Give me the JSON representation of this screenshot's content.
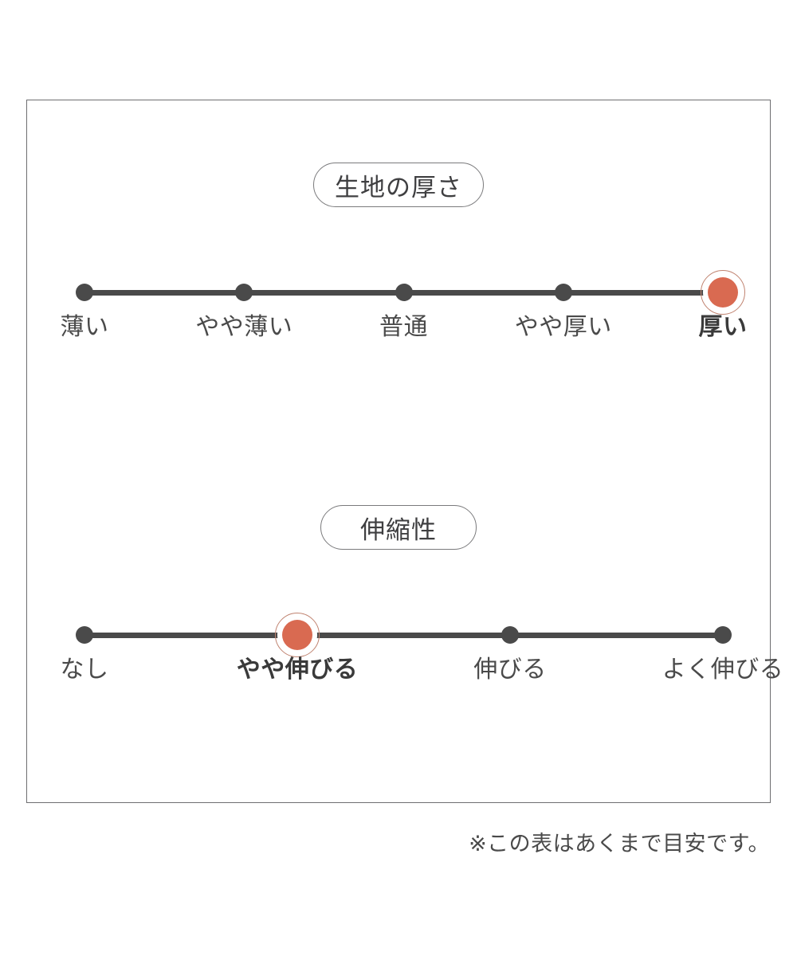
{
  "card": {
    "footnote": "※この表はあくまで目安です。"
  },
  "colors": {
    "accent": "#d96a51",
    "accent_ring": "#c08370",
    "dot": "#4a4a4a",
    "track": "#4a4a4a",
    "border": "#6e6e70",
    "text": "#4a4a4a",
    "background": "#ffffff"
  },
  "chart_data": [
    {
      "type": "scale",
      "title": "生地の厚さ",
      "categories": [
        "薄い",
        "やや薄い",
        "普通",
        "やや厚い",
        "厚い"
      ],
      "values": [
        0,
        0,
        0,
        0,
        1
      ],
      "selected_index": 4,
      "selected_label": "厚い",
      "xlabel": "",
      "ylabel": "",
      "legend": "none",
      "grid": false
    },
    {
      "type": "scale",
      "title": "伸縮性",
      "categories": [
        "なし",
        "やや伸びる",
        "伸びる",
        "よく伸びる"
      ],
      "values": [
        0,
        1,
        0,
        0
      ],
      "selected_index": 1,
      "selected_label": "やや伸びる",
      "xlabel": "",
      "ylabel": "",
      "legend": "none",
      "grid": false
    }
  ]
}
